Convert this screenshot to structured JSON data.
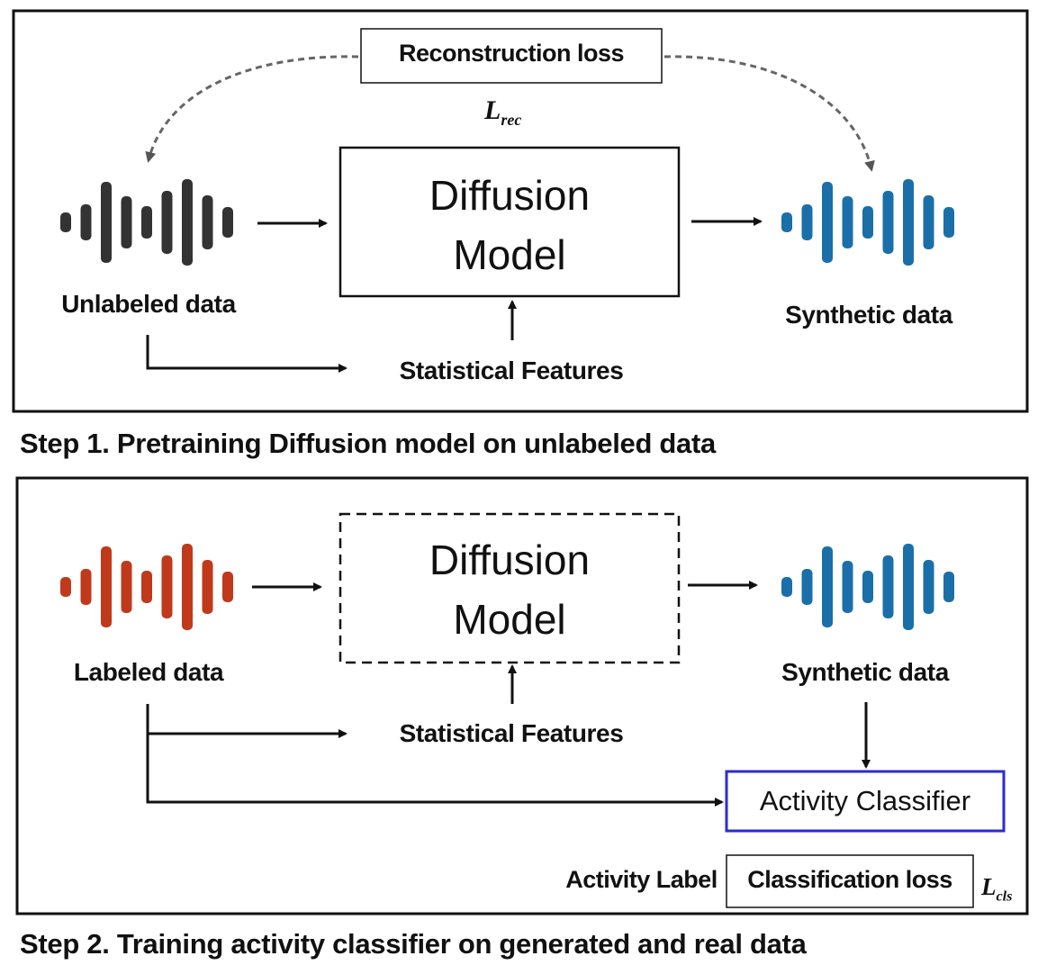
{
  "step1": {
    "top_box_label": "Reconstruction loss",
    "loss_symbol_base": "L",
    "loss_symbol_sub": "rec",
    "model_line1": "Diffusion",
    "model_line2": "Model",
    "input_label": "Unlabeled data",
    "output_label": "Synthetic data",
    "features_label": "Statistical Features",
    "caption": "Step 1. Pretraining Diffusion model on unlabeled data",
    "input_color": "#333333",
    "output_color": "#1a6fa8"
  },
  "step2": {
    "model_line1": "Diffusion",
    "model_line2": "Model",
    "input_label": "Labeled data",
    "output_label": "Synthetic data",
    "features_label": "Statistical Features",
    "classifier_label": "Activity Classifier",
    "activity_label": "Activity Label",
    "loss_box_label": "Classification loss",
    "loss_symbol_base": "L",
    "loss_symbol_sub": "cls",
    "caption": "Step 2. Training activity classifier on generated and real data",
    "input_color": "#c0391b",
    "output_color": "#1a6fa8",
    "classifier_border_color": "#2b2bd4"
  }
}
